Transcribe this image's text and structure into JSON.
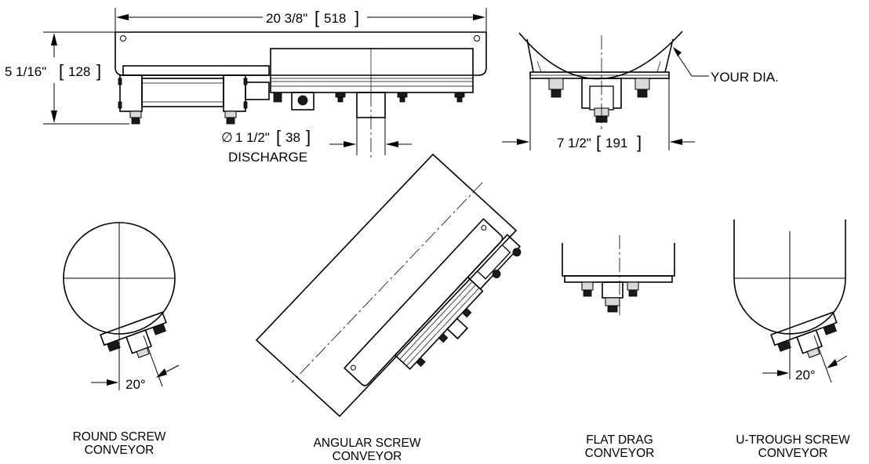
{
  "dimensions": {
    "overall_length_in": "20 3/8\"",
    "overall_length_mm": "518",
    "height_in": "5 1/16\"",
    "height_mm": "128",
    "discharge_symbol": "∅",
    "discharge_dia_in": "1 1/2\"",
    "discharge_dia_mm": "38",
    "discharge_label": "DISCHARGE",
    "width_in": "7 1/2\"",
    "width_mm": "191",
    "your_dia_label": "YOUR DIA.",
    "angle_round": "20°",
    "angle_utrough": "20°"
  },
  "captions": {
    "round": {
      "line1": "ROUND SCREW",
      "line2": "CONVEYOR"
    },
    "angular": {
      "line1": "ANGULAR SCREW",
      "line2": "CONVEYOR"
    },
    "flat": {
      "line1": "FLAT DRAG",
      "line2": "CONVEYOR"
    },
    "utrough": {
      "line1": "U-TROUGH SCREW",
      "line2": "CONVEYOR"
    }
  }
}
